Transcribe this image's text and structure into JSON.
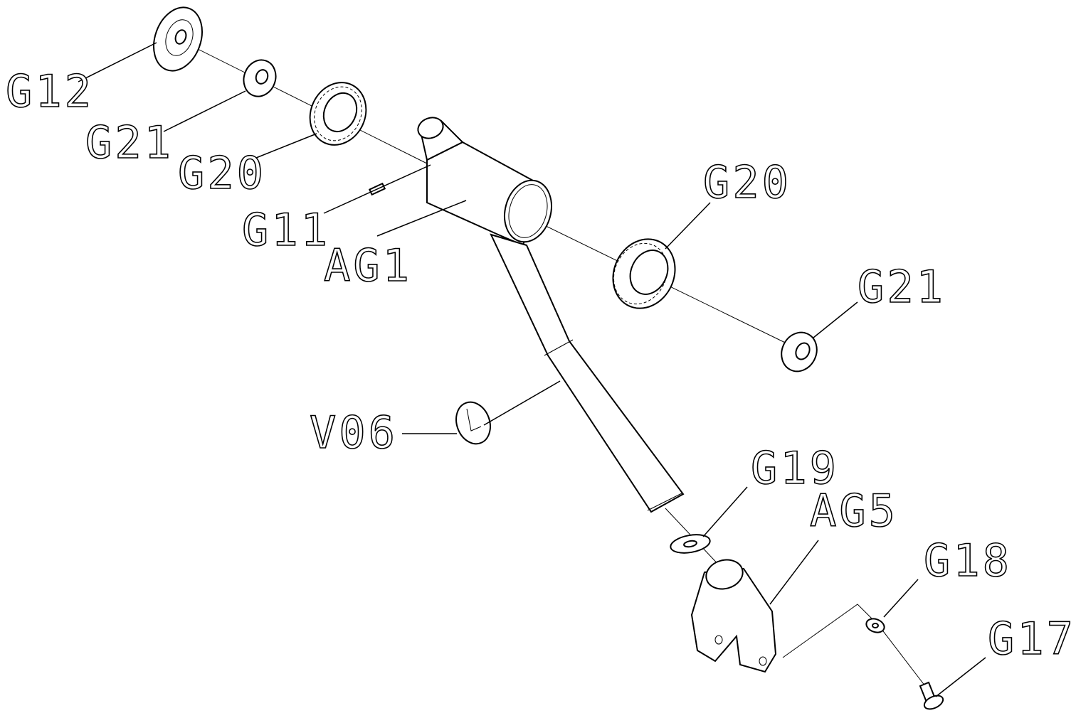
{
  "diagram": {
    "labels": {
      "g12": "G12",
      "g21_top": "G21",
      "g20_top": "G20",
      "g11": "G11",
      "ag1": "AG1",
      "g20_right": "G20",
      "g21_right": "G21",
      "v06": "V06",
      "g19": "G19",
      "ag5": "AG5",
      "g18": "G18",
      "g17": "G17"
    }
  }
}
